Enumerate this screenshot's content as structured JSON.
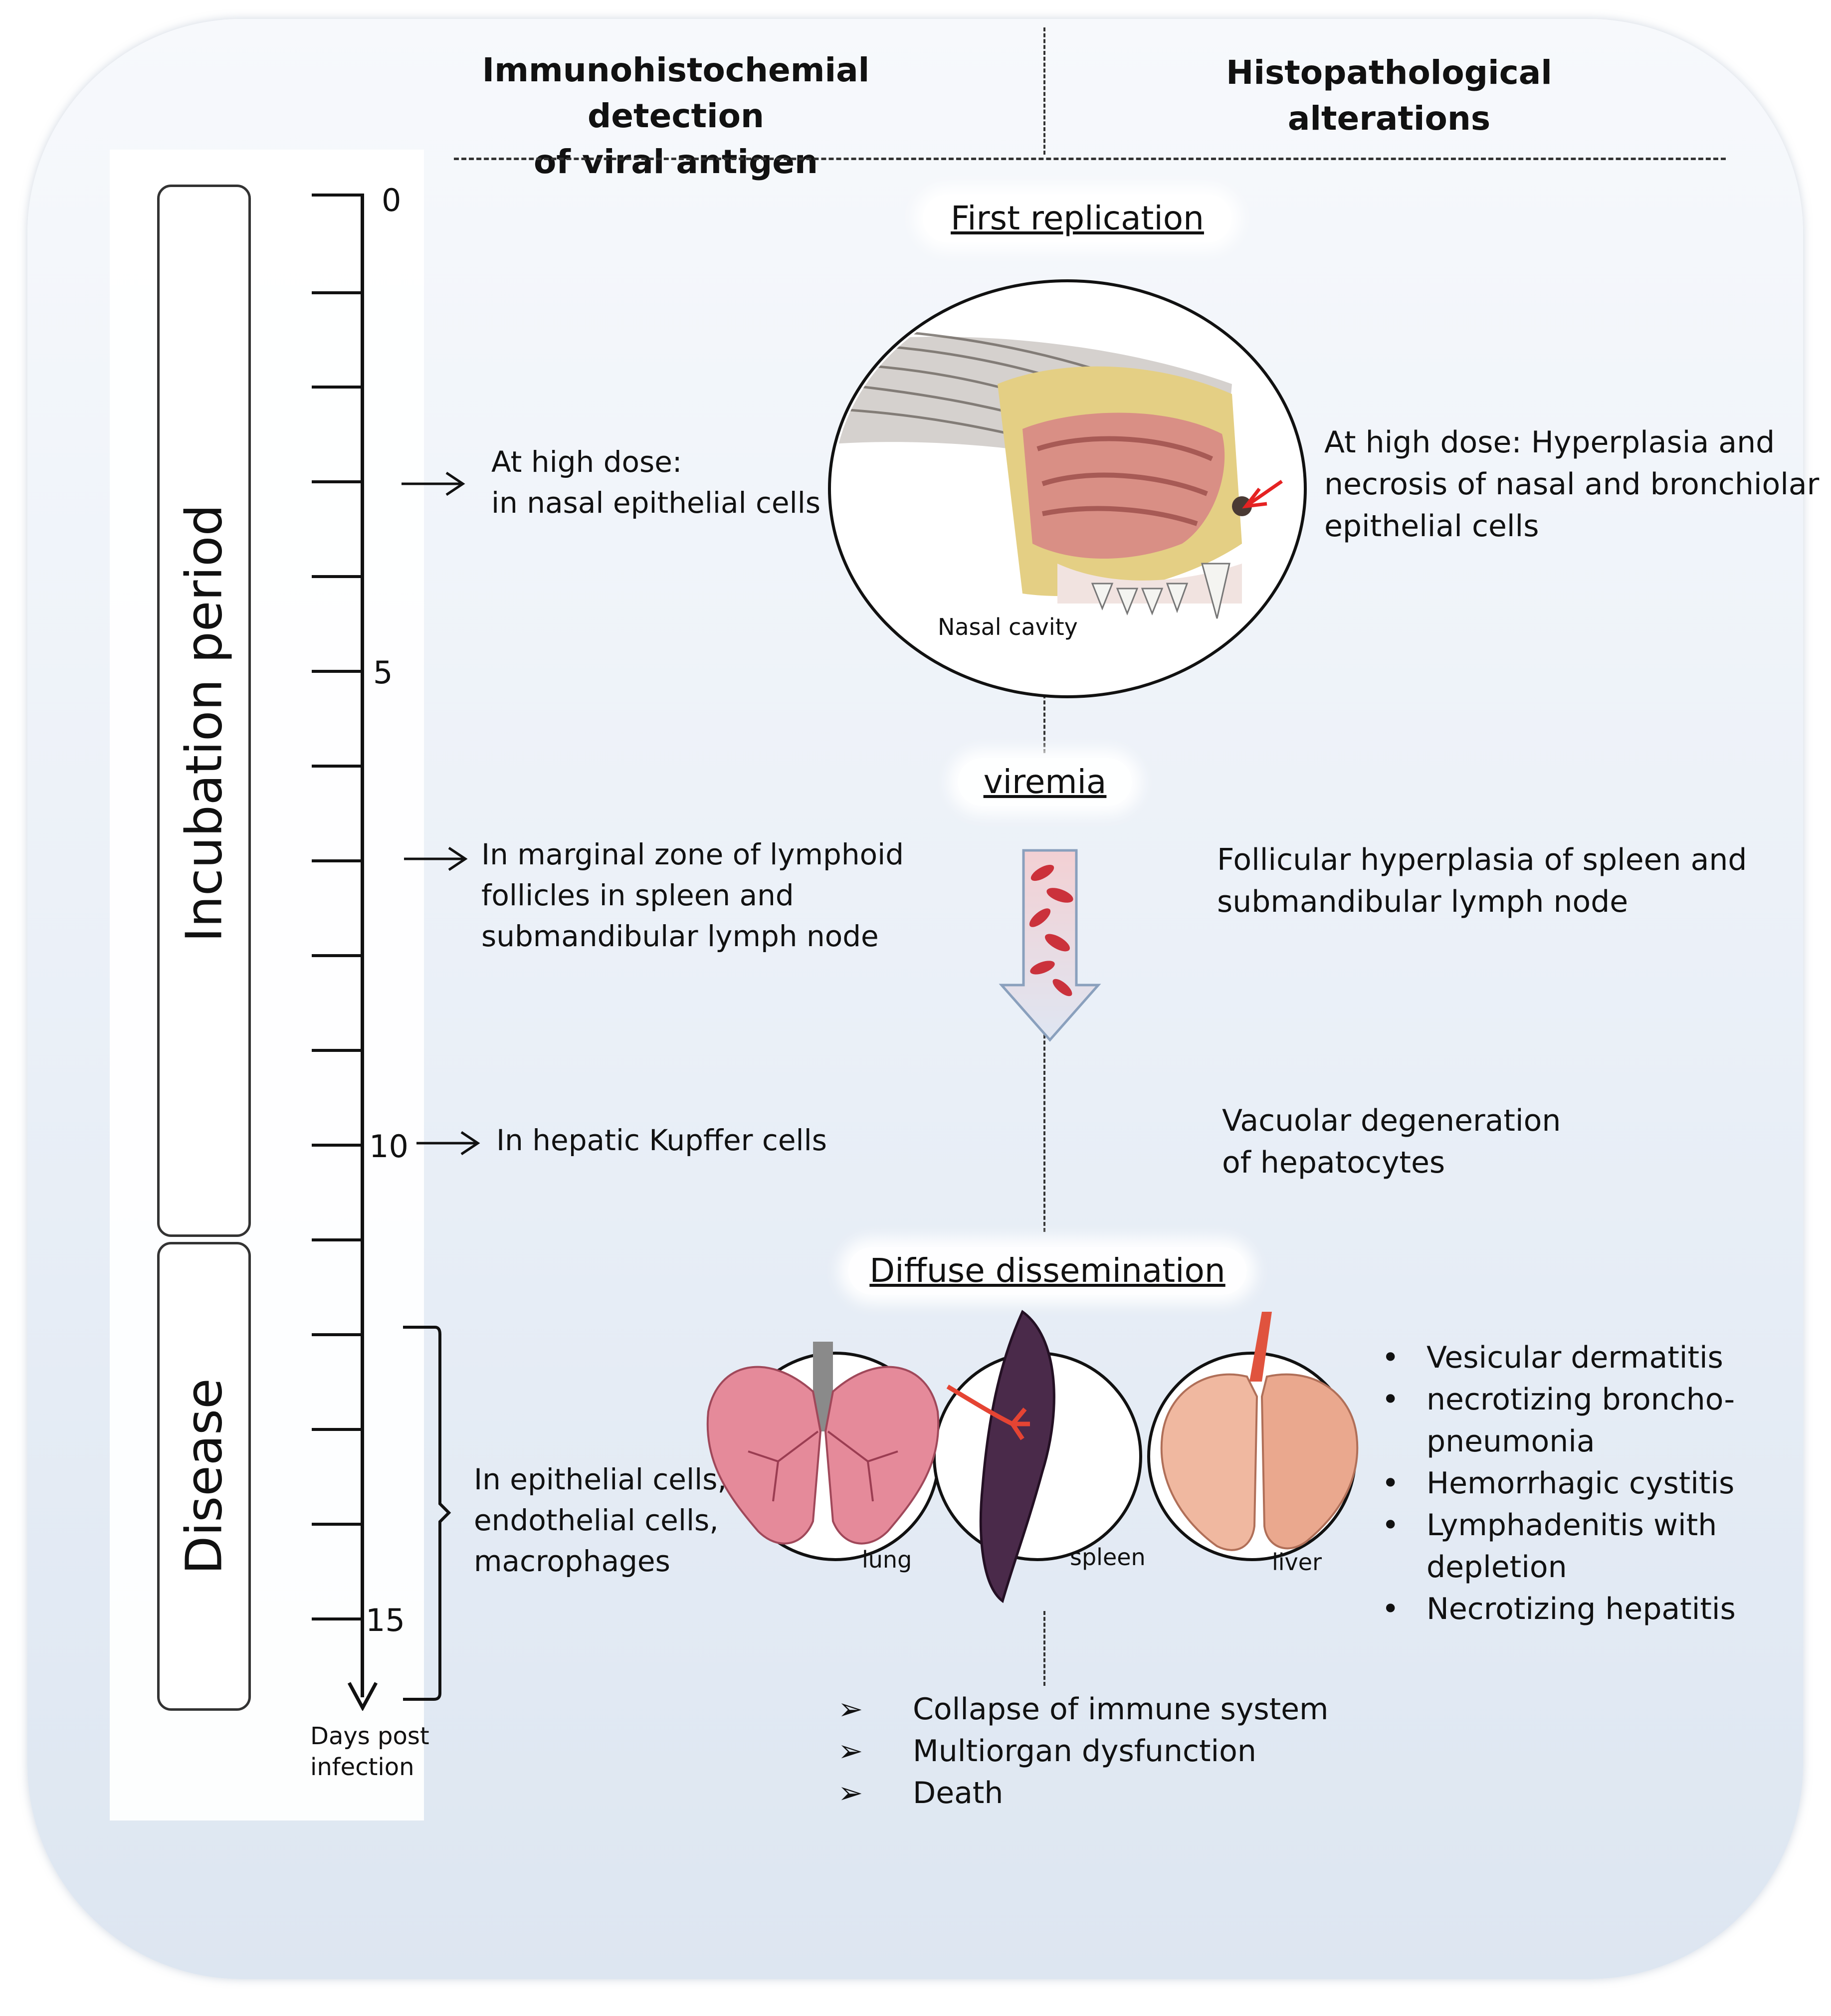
{
  "headers": {
    "left": [
      "Immunohistochemial  detection",
      "of viral antigen"
    ],
    "right": [
      "Histopathological",
      "alterations"
    ]
  },
  "phases": {
    "incubation": "Incubation period",
    "disease": "Disease"
  },
  "axis": {
    "tick_labels": [
      "0",
      "5",
      "10",
      "15"
    ],
    "title": [
      "Days post",
      "infection"
    ]
  },
  "stages": {
    "first_replication": "First replication",
    "viremia": "viremia",
    "diffuse": "Diffuse dissemination"
  },
  "ihc": {
    "nasal": [
      "At high dose:",
      "in nasal epithelial cells"
    ],
    "lymphoid": [
      "In marginal zone of  lymphoid",
      "follicles in spleen and",
      "submandibular lymph node"
    ],
    "hepatic": "In hepatic Kupffer cells",
    "disease": [
      "In epithelial cells,",
      "endothelial cells,",
      "macrophages"
    ]
  },
  "histo": {
    "nasal": [
      "At high dose: Hyperplasia and",
      "necrosis of nasal and bronchiolar",
      "epithelial  cells"
    ],
    "lymphoid": [
      "Follicular hyperplasia of spleen and",
      "submandibular lymph node"
    ],
    "hepatic": [
      "Vacuolar degeneration",
      "of hepatocytes"
    ],
    "disease": [
      "Vesicular dermatitis",
      "necrotizing broncho-pneumonia",
      "Hemorrhagic cystitis",
      "Lymphadenitis with depletion",
      "Necrotizing hepatitis"
    ]
  },
  "illustration_labels": {
    "nasal": "Nasal cavity",
    "lung": "lung",
    "spleen": "spleen",
    "liver": "liver"
  },
  "outcomes": [
    "Collapse of immune system",
    "Multiorgan dysfunction",
    "Death"
  ],
  "colors": {
    "accent_red": "#e52222",
    "arrow_blue": "#c9d8ec",
    "blood_red": "#c8202a"
  }
}
